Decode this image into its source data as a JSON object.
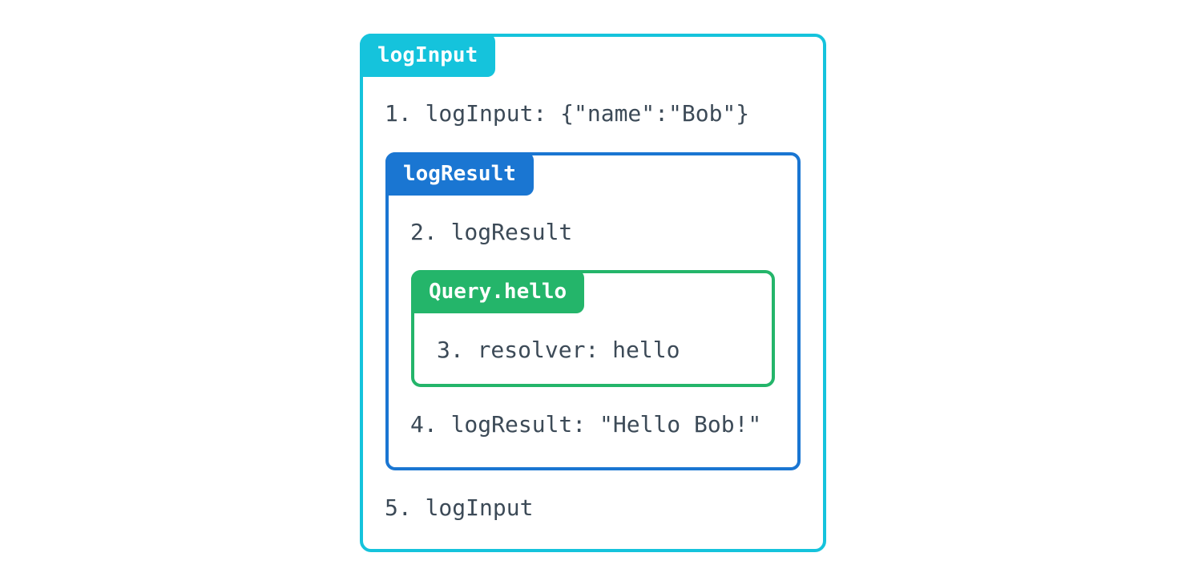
{
  "diagram": {
    "background_color": "#ffffff",
    "text_color": "#3c4a57",
    "boxes": [
      {
        "label": "logInput",
        "color": "#15c3dc"
      },
      {
        "label": "logResult",
        "color": "#1a76d2"
      },
      {
        "label": "Query.hello",
        "color": "#24b56a"
      }
    ],
    "steps": [
      "1. logInput: {\"name\":\"Bob\"}",
      "2. logResult",
      "3. resolver: hello",
      "4. logResult: \"Hello Bob!\"",
      "5. logInput"
    ]
  }
}
